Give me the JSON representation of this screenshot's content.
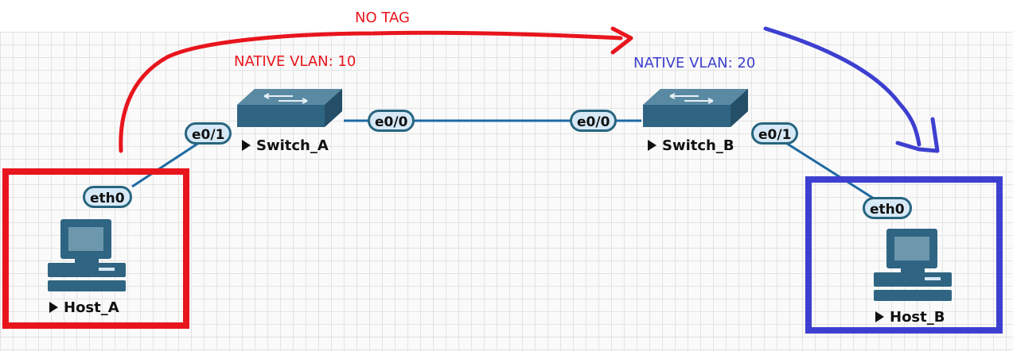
{
  "annotations": {
    "no_tag": "NO TAG",
    "native_vlan_a": "NATIVE VLAN: 10",
    "native_vlan_b": "NATIVE VLAN: 20"
  },
  "nodes": {
    "switch_a": "Switch_A",
    "switch_b": "Switch_B",
    "host_a": "Host_A",
    "host_b": "Host_B"
  },
  "ports": {
    "switch_a_e0_1": "e0/1",
    "switch_a_e0_0": "e0/0",
    "switch_b_e0_0": "e0/0",
    "switch_b_e0_1": "e0/1",
    "host_a_eth0": "eth0",
    "host_b_eth0": "eth0"
  },
  "colors": {
    "annotation_red": "#e8151d",
    "annotation_blue": "#3d3fd0",
    "link": "#1e6aa3",
    "device_body": "#2f6582",
    "device_top": "#5a8aa3",
    "port_fill": "#d7e9f6",
    "port_border": "#27657f"
  },
  "icons": {
    "switch": "network-switch-icon",
    "host": "desktop-computer-icon",
    "play": "play-triangle-icon"
  }
}
